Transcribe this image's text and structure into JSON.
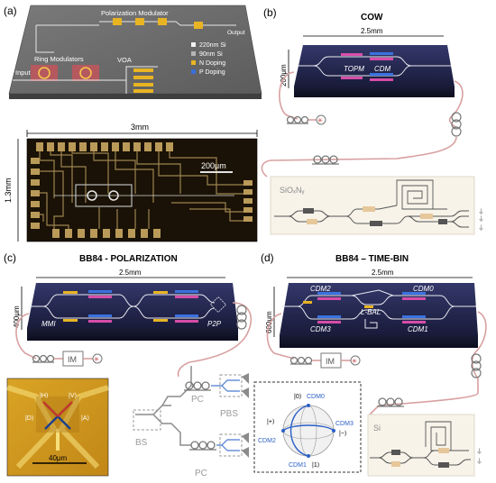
{
  "panels": {
    "a": {
      "tag": "(a)",
      "polarization_modulator": "Polarization Modulator",
      "output": "Output",
      "ring_modulators": "Ring Modulators",
      "input": "Input",
      "voa": "VOA",
      "legend": [
        "220nm Si",
        "90nm Si",
        "N Doping",
        "P Doping"
      ],
      "legend_colors": [
        "#f2f2f2",
        "#b5b5b5",
        "#e8b422",
        "#3b6fd8"
      ],
      "width_label": "3mm",
      "height_label": "1.3mm",
      "scale_label": "200μm"
    },
    "b": {
      "tag": "(b)",
      "title": "COW",
      "width_label": "2.5mm",
      "height_label": "200μm",
      "topm": "TOPM",
      "cdm": "CDM",
      "material": "SiOₓNᵧ"
    },
    "c": {
      "tag": "(c)",
      "title": "BB84 - POLARIZATION",
      "width_label": "2.5mm",
      "height_label": "400μm",
      "mmi": "MMI",
      "p2p": "P2P",
      "im": "IM",
      "ket_h": "|H⟩",
      "ket_v": "|V⟩",
      "ket_d": "|D⟩",
      "ket_a": "|A⟩",
      "scale_label": "40μm",
      "bs": "BS",
      "pc1": "PC",
      "pc2": "PC",
      "pbs": "PBS"
    },
    "d": {
      "tag": "(d)",
      "title": "BB84 – TIME-BIN",
      "width_label": "2.5mm",
      "height_label": "600μm",
      "cdm2": "CDM2",
      "cdm0": "CDM0",
      "cdm3": "CDM3",
      "cdm1": "CDM1",
      "lbal": "L-BAL",
      "im": "IM",
      "material": "Si",
      "bloch_top": "|0⟩",
      "bloch_top_name": "CDM0",
      "bloch_plus": "|+⟩",
      "bloch_minus": "|−⟩",
      "bloch_left_name": "CDM2",
      "bloch_right_name": "CDM3",
      "bloch_bottom_name": "CDM1",
      "bloch_bottom": "|1⟩"
    }
  }
}
